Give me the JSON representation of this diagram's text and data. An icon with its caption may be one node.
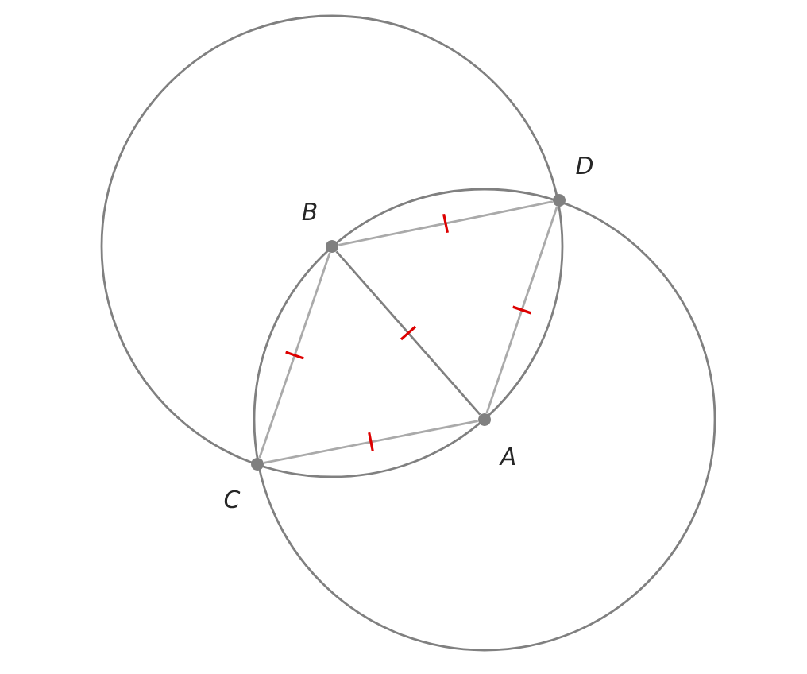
{
  "diagram": {
    "nodes": [
      {
        "text": [
          "B"
        ]
      },
      {
        "text": [
          "D"
        ]
      },
      {
        "text": [
          "A"
        ]
      },
      {
        "text": [
          "C"
        ]
      }
    ],
    "edges": [
      {
        "from": 0,
        "to": 1,
        "arrow": "none"
      },
      {
        "from": 0,
        "to": 2,
        "arrow": "none",
        "color": "#808080"
      },
      {
        "from": 1,
        "to": 2,
        "arrow": "none"
      },
      {
        "from": 0,
        "to": 3,
        "arrow": "none"
      },
      {
        "from": 3,
        "to": 2,
        "arrow": "none"
      }
    ]
  }
}
